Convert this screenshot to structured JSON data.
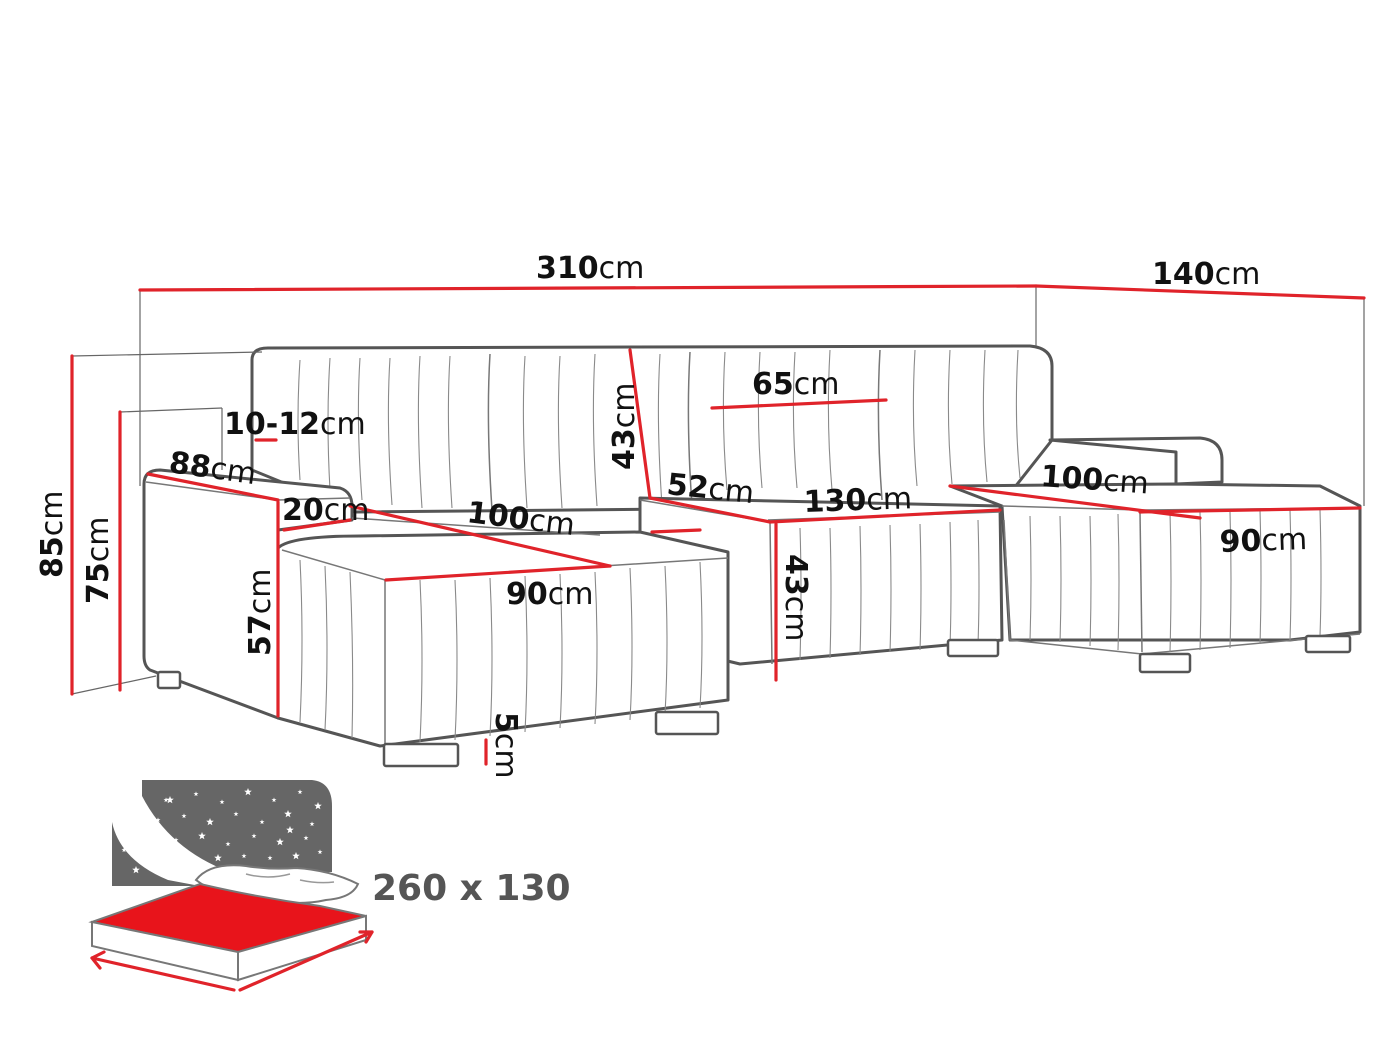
{
  "dimensions": {
    "total_width": {
      "num": "310",
      "unit": "cm"
    },
    "chaise_depth": {
      "num": "140",
      "unit": "cm"
    },
    "total_height": {
      "num": "85",
      "unit": "cm"
    },
    "armrest_height": {
      "num": "75",
      "unit": "cm"
    },
    "back_top": {
      "num": "10-12",
      "unit": "cm"
    },
    "armrest_depth": {
      "num": "88",
      "unit": "cm"
    },
    "armrest_width": {
      "num": "20",
      "unit": "cm"
    },
    "seat_height": {
      "num": "57",
      "unit": "cm"
    },
    "left_seat_depth": {
      "num": "100",
      "unit": "cm"
    },
    "left_seat_width": {
      "num": "90",
      "unit": "cm"
    },
    "cushion_height": {
      "num": "43",
      "unit": "cm"
    },
    "cushion_width": {
      "num": "65",
      "unit": "cm"
    },
    "seat_depth_mid": {
      "num": "52",
      "unit": "cm"
    },
    "middle_width": {
      "num": "130",
      "unit": "cm"
    },
    "mid_seat_height": {
      "num": "43",
      "unit": "cm"
    },
    "right_seat_depth": {
      "num": "100",
      "unit": "cm"
    },
    "right_seat_width": {
      "num": "90",
      "unit": "cm"
    },
    "leg_height": {
      "num": "5",
      "unit": "cm"
    }
  },
  "sleeping_area": "260 x 130",
  "colors": {
    "measure_line": "#e0232a",
    "outline": "#555555",
    "bed_sheet": "#e8141b",
    "night_sky": "#666666"
  },
  "icons": [
    "star-icon",
    "pillow-icon",
    "mattress-icon"
  ]
}
